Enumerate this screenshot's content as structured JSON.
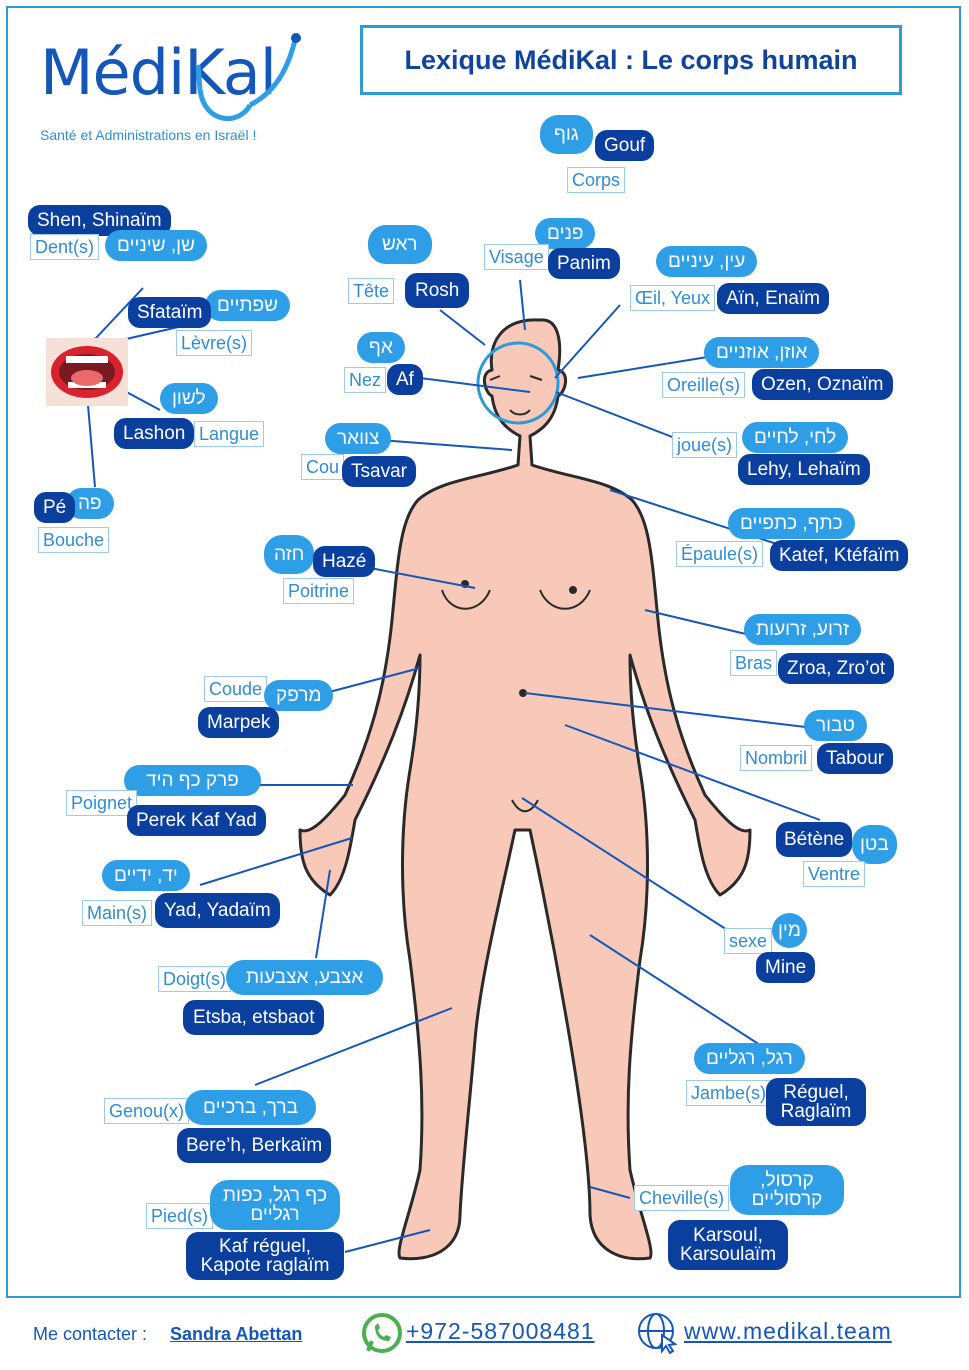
{
  "header": {
    "brand": "MédiKal",
    "tagline": "Santé et Administrations en Israël !",
    "title": "Lexique MédiKal : Le corps humain"
  },
  "terms": {
    "corps": {
      "he": "גוף",
      "tr": "Gouf",
      "fr": "Corps"
    },
    "dent": {
      "he": "שן, שיניים",
      "tr": "Shen, Shinaïm",
      "fr": "Dent(s)"
    },
    "levre": {
      "he": "שפתיים",
      "tr": "Sfataïm",
      "fr": "Lèvre(s)"
    },
    "langue": {
      "he": "לשון",
      "tr": "Lashon",
      "fr": "Langue"
    },
    "bouche": {
      "he": "פה",
      "tr": "Pé",
      "fr": "Bouche"
    },
    "tete": {
      "he": "ראש",
      "tr": "Rosh",
      "fr": "Tête"
    },
    "visage": {
      "he": "פנים",
      "tr": "Panim",
      "fr": "Visage"
    },
    "oeil": {
      "he": "עין, עיניים",
      "tr": "Aïn, Enaïm",
      "fr": "Œil, Yeux"
    },
    "nez": {
      "he": "אף",
      "tr": "Af",
      "fr": "Nez"
    },
    "oreille": {
      "he": "אוזן, אוזניים",
      "tr": "Ozen, Oznaïm",
      "fr": "Oreille(s)"
    },
    "cou": {
      "he": "צוואר",
      "tr": "Tsavar",
      "fr": "Cou"
    },
    "joue": {
      "he": "לחי, לחיים",
      "tr": "Lehy, Lehaïm",
      "fr": "joue(s)"
    },
    "epaule": {
      "he": "כתף, כתפיים",
      "tr": "Katef, Ktéfaïm",
      "fr": "Épaule(s)"
    },
    "poitrine": {
      "he": "חזה",
      "tr": "Hazé",
      "fr": "Poitrine"
    },
    "bras": {
      "he": "זרוע, זרועות",
      "tr": "Zroa, Zro’ot",
      "fr": "Bras"
    },
    "coude": {
      "he": "מרפק",
      "tr": "Marpek",
      "fr": "Coude"
    },
    "nombril": {
      "he": "טבור",
      "tr": "Tabour",
      "fr": "Nombril"
    },
    "poignet": {
      "he": "פרק כף היד",
      "tr": "Perek Kaf Yad",
      "fr": "Poignet"
    },
    "ventre": {
      "he": "בטן",
      "tr": "Bétène",
      "fr": "Ventre"
    },
    "main": {
      "he": "יד, ידיים",
      "tr": "Yad, Yadaïm",
      "fr": "Main(s)"
    },
    "sexe": {
      "he": "מין",
      "tr": "Mine",
      "fr": "sexe"
    },
    "doigt": {
      "he": "אצבע, אצבעות",
      "tr": "Etsba, etsbaot",
      "fr": "Doigt(s)"
    },
    "jambe": {
      "he": "רגל, רגליים",
      "tr": "Réguel, Raglaïm",
      "fr": "Jambe(s)"
    },
    "genou": {
      "he": "ברך, ברכיים",
      "tr": "Bere’h, Berkaïm",
      "fr": "Genou(x)"
    },
    "cheville": {
      "he": "קרסול, קרסוליים",
      "tr": "Karsoul, Karsoulaïm",
      "fr": "Cheville(s)"
    },
    "pied": {
      "he": "כף רגל, כפות רגליים",
      "tr": "Kaf réguel, Kapote raglaïm",
      "fr": "Pied(s)"
    }
  },
  "footer": {
    "contact_label": "Me contacter :",
    "contact_name": "Sandra Abettan",
    "phone": "+972-587008481",
    "website": "www.medikal.team"
  },
  "colors": {
    "light_blue": "#2e9ee6",
    "dark_blue": "#0a3f9e",
    "border_blue": "#2e9ad8",
    "skin": "#f8c9b8"
  },
  "icons": [
    "stethoscope-icon",
    "mouth-photo",
    "whatsapp-icon",
    "globe-cursor-icon"
  ]
}
